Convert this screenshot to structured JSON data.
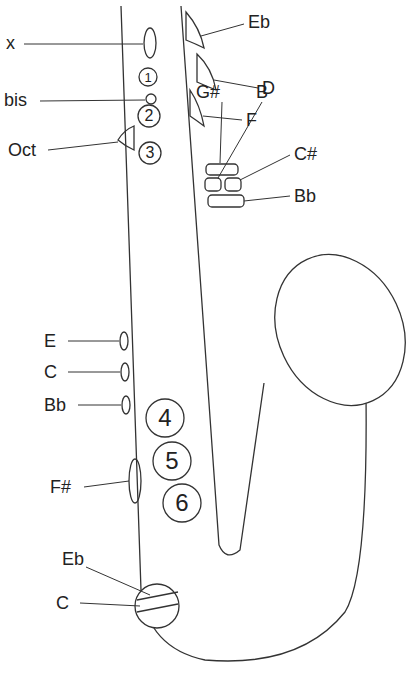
{
  "diagram": {
    "nodes": [
      {
        "text": [
          "1"
        ]
      },
      {
        "text": [
          "2"
        ]
      },
      {
        "text": [
          "3"
        ]
      },
      {
        "text": [
          "4"
        ]
      },
      {
        "text": [
          "5"
        ]
      },
      {
        "text": [
          "6"
        ]
      }
    ],
    "labels": [
      "x",
      "Eb",
      "D",
      "bis",
      "F",
      "Oct",
      "G#",
      "B",
      "C#",
      "Bb",
      "E",
      "C",
      "Bb",
      "F#",
      "Eb",
      "C"
    ]
  }
}
